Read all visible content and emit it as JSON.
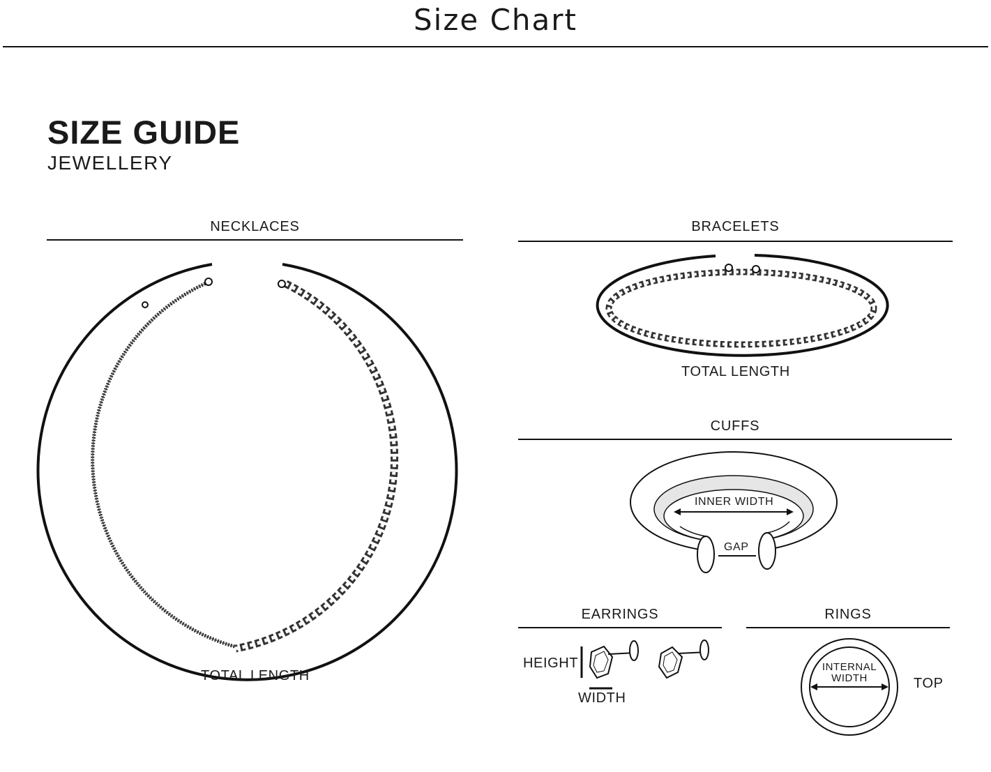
{
  "header": {
    "title": "Size Chart"
  },
  "guide": {
    "title": "SIZE GUIDE",
    "subtitle": "JEWELLERY"
  },
  "sections": {
    "necklaces": {
      "label": "NECKLACES",
      "measure": "TOTAL LENGTH"
    },
    "bracelets": {
      "label": "BRACELETS",
      "measure": "TOTAL LENGTH"
    },
    "cuffs": {
      "label": "CUFFS",
      "inner_width": "INNER WIDTH",
      "gap": "GAP"
    },
    "earrings": {
      "label": "EARRINGS",
      "height": "HEIGHT",
      "width": "WIDTH"
    },
    "rings": {
      "label": "RINGS",
      "internal_line1": "INTERNAL",
      "internal_line2": "WIDTH",
      "top": "TOP"
    }
  },
  "colors": {
    "line": "#111111",
    "background": "#ffffff",
    "cuff_inner_fill": "#e6e6e6"
  },
  "icons": [
    "necklace-illustration",
    "bracelet-illustration",
    "cuff-illustration",
    "earring-stud-icon",
    "ring-illustration",
    "double-arrow-icon"
  ]
}
